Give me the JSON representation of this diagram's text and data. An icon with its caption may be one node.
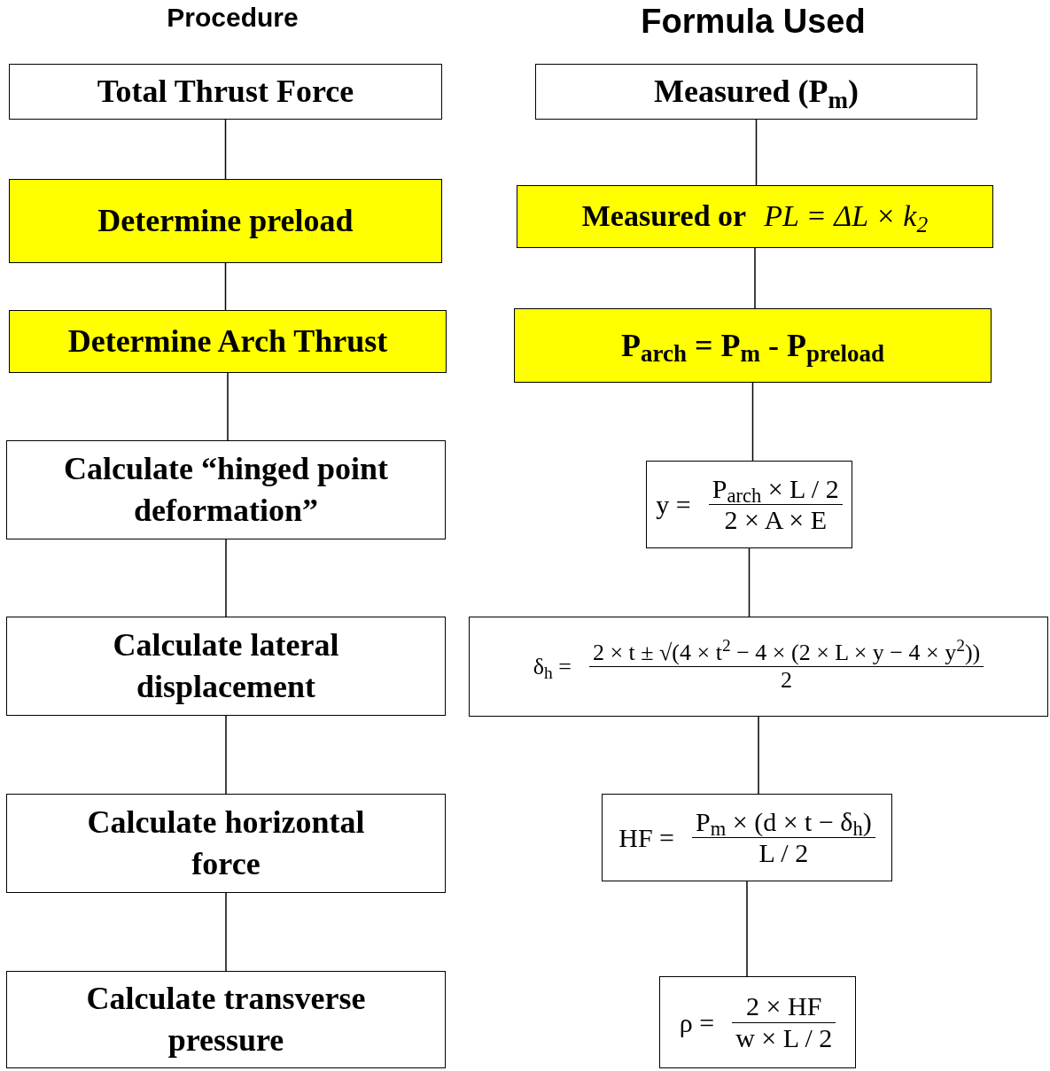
{
  "diagram": {
    "nodes": [
      {
        "text": [
          "Total Thrust Force"
        ]
      },
      {
        "text": [
          "Determine preload"
        ]
      },
      {
        "text": [
          "Determine Arch Thrust"
        ]
      },
      {
        "text": [
          "Calculate “hinged point deformation”"
        ]
      },
      {
        "text": [
          "Calculate lateral displacement"
        ]
      },
      {
        "text": [
          "Calculate horizontal force"
        ]
      },
      {
        "text": [
          "Calculate transverse pressure"
        ]
      },
      {
        "text": [
          "Measured (P$_{m}$)"
        ]
      },
      {
        "text": [
          "Measured or",
          "PL = ΔL × k$_{2}$"
        ]
      },
      {
        "text": [
          "P$_{arch}$ = P$_{m}$ - P$_{preload}$"
        ]
      },
      {
        "text": [
          "y =",
          "P$_{arch}$ × L / 2",
          "2 × A × E"
        ]
      },
      {
        "text": [
          "δ$_{h}$ =",
          "2 × t ± √(4 × t$^{2}$ − 4 × (2 × L × y − 4 × y$^{2}$))",
          "2"
        ]
      },
      {
        "text": [
          "HF =",
          "P$_{m}$ × (d × t − δ$_{h}$)",
          "L / 2"
        ]
      },
      {
        "text": [
          "ρ =",
          "2 × HF",
          "w × L / 2"
        ]
      }
    ],
    "edges": [
      {
        "from": 0,
        "to": 1,
        "arrow": "none"
      },
      {
        "from": 1,
        "to": 2,
        "arrow": "none"
      },
      {
        "from": 2,
        "to": 3,
        "arrow": "none"
      },
      {
        "from": 3,
        "to": 4,
        "arrow": "none"
      },
      {
        "from": 4,
        "to": 5,
        "arrow": "none"
      },
      {
        "from": 5,
        "to": 6,
        "arrow": "none"
      },
      {
        "from": 7,
        "to": 8,
        "arrow": "none"
      },
      {
        "from": 8,
        "to": 9,
        "arrow": "none"
      },
      {
        "from": 9,
        "to": 10,
        "arrow": "none"
      },
      {
        "from": 10,
        "to": 11,
        "arrow": "none"
      },
      {
        "from": 11,
        "to": 12,
        "arrow": "none"
      },
      {
        "from": 12,
        "to": 13,
        "arrow": "none"
      }
    ],
    "labels": [
      "Procedure",
      "Formula Used"
    ]
  }
}
